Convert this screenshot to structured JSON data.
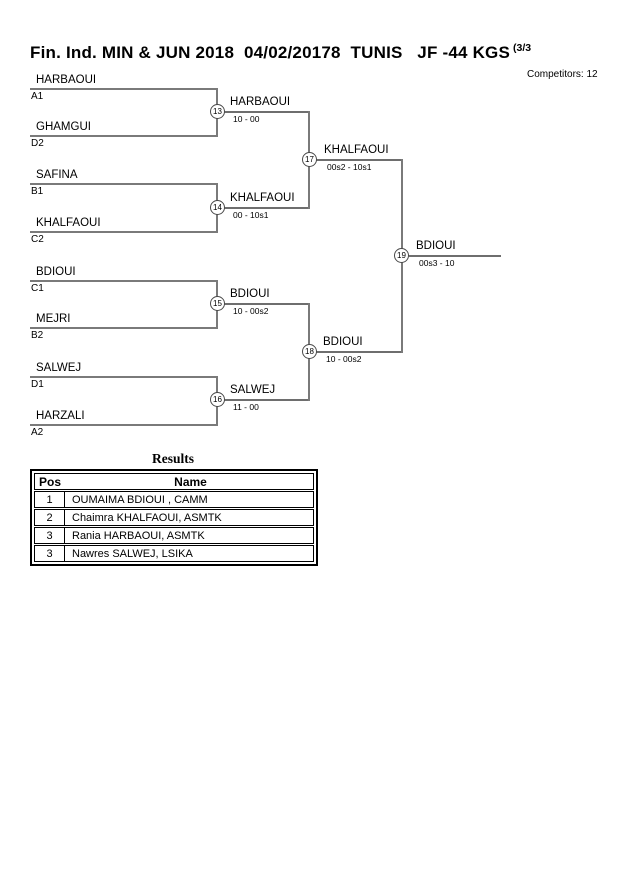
{
  "header": {
    "title": "Fin. Ind. MIN & JUN 2018  04/02/20178  TUNIS   JF -44 KGS",
    "sheet_number": "(3/3",
    "competitors_label": "Competitors: 12"
  },
  "bracket": {
    "entries": [
      {
        "name": "HARBAOUI",
        "seed": "A1"
      },
      {
        "name": "GHAMGUI",
        "seed": "D2"
      },
      {
        "name": "SAFINA",
        "seed": "B1"
      },
      {
        "name": "KHALFAOUI",
        "seed": "C2"
      },
      {
        "name": "BDIOUI",
        "seed": "C1"
      },
      {
        "name": "MEJRI",
        "seed": "B2"
      },
      {
        "name": "SALWEJ",
        "seed": "D1"
      },
      {
        "name": "HARZALI",
        "seed": "A2"
      }
    ],
    "matches": [
      {
        "number": "13",
        "winner": "HARBAOUI",
        "score": "10 - 00"
      },
      {
        "number": "14",
        "winner": "KHALFAOUI",
        "score": "00 - 10s1"
      },
      {
        "number": "15",
        "winner": "BDIOUI",
        "score": "10 - 00s2"
      },
      {
        "number": "16",
        "winner": "SALWEJ",
        "score": "11 - 00"
      },
      {
        "number": "17",
        "winner": "KHALFAOUI",
        "score": "00s2 - 10s1"
      },
      {
        "number": "18",
        "winner": "BDIOUI",
        "score": "10 - 00s2"
      },
      {
        "number": "19",
        "winner": "BDIOUI",
        "score": "00s3 - 10"
      }
    ]
  },
  "results": {
    "title": "Results",
    "columns": [
      "Pos",
      "Name"
    ],
    "rows": [
      {
        "pos": "1",
        "name": "OUMAIMA BDIOUI , CAMM"
      },
      {
        "pos": "2",
        "name": "Chaimra KHALFAOUI, ASMTK"
      },
      {
        "pos": "3",
        "name": "Rania HARBAOUI, ASMTK"
      },
      {
        "pos": "3",
        "name": "Nawres SALWEJ, LSIKA"
      }
    ]
  },
  "colors": {
    "line_gray": "#7a7a7a",
    "text": "#000000"
  }
}
